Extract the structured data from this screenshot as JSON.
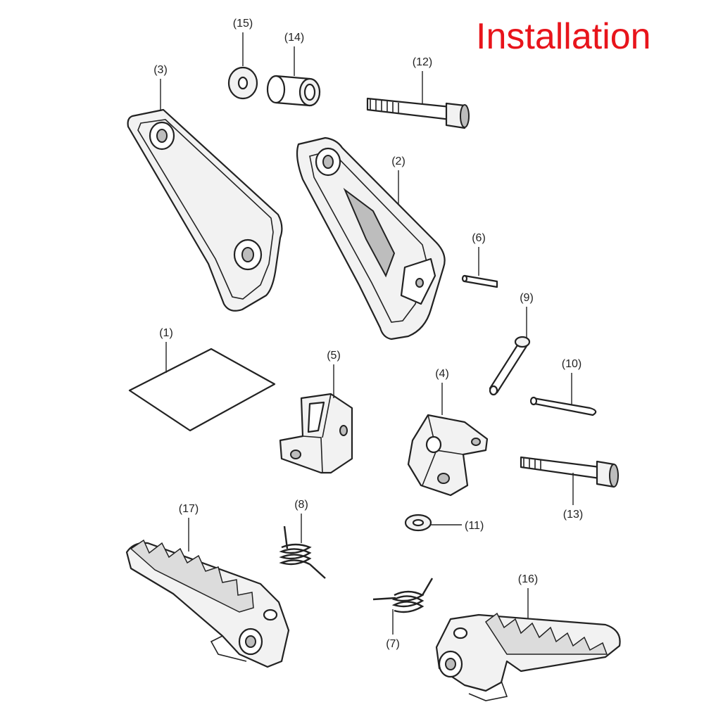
{
  "title": "Installation",
  "title_color": "#e8141b",
  "callouts": {
    "p1": "(1)",
    "p2": "(2)",
    "p3": "(3)",
    "p4": "(4)",
    "p5": "(5)",
    "p6": "(6)",
    "p7": "(7)",
    "p8": "(8)",
    "p9": "(9)",
    "p10": "(10)",
    "p11": "(11)",
    "p12": "(12)",
    "p13": "(13)",
    "p14": "(14)",
    "p15": "(15)",
    "p16": "(16)",
    "p17": "(17)"
  }
}
